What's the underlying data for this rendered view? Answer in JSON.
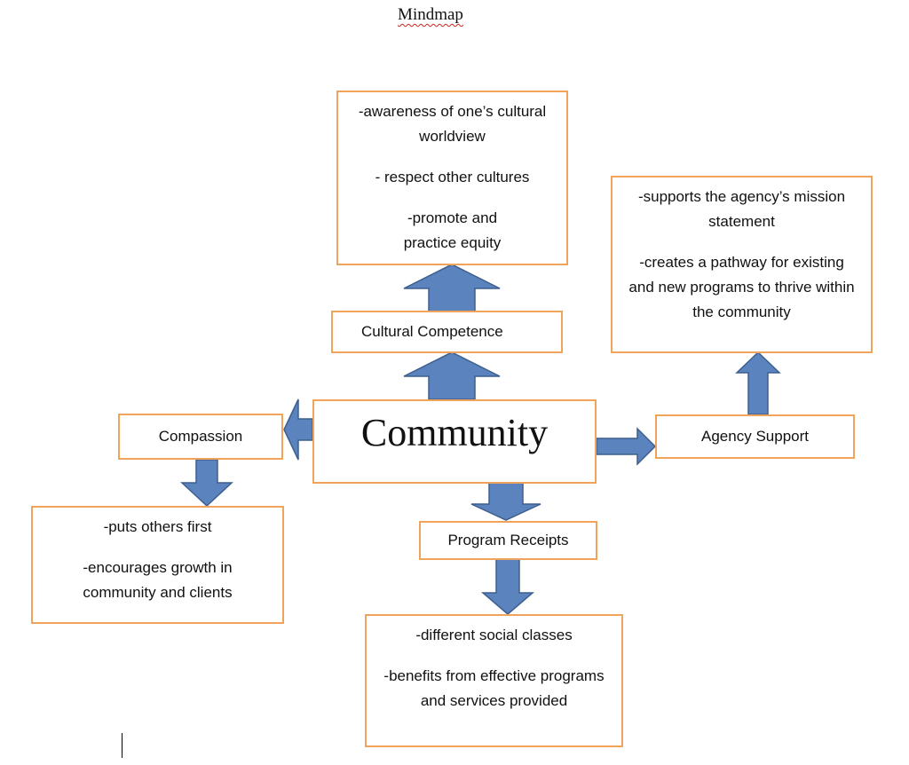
{
  "header": {
    "title": "Mindmap"
  },
  "center": {
    "label": "Community"
  },
  "nodes": {
    "cultural_competence": {
      "label": "Cultural Competence",
      "details": [
        "-awareness of one’s cultural worldview",
        "- respect other cultures",
        "-promote and practice equity"
      ]
    },
    "agency_support": {
      "label": "Agency Support",
      "details": [
        "-supports the agency’s mission statement",
        "-creates a pathway for existing and new programs to thrive within the community"
      ]
    },
    "compassion": {
      "label": "Compassion",
      "details": [
        "-puts others first",
        "-encourages growth in community and clients"
      ]
    },
    "program_receipts": {
      "label": "Program Receipts",
      "details": [
        "-different social classes",
        "-benefits from effective programs and services provided"
      ]
    }
  },
  "colors": {
    "box_border": "#f0a35a",
    "arrow_fill": "#5b83bd",
    "arrow_stroke": "#3d5f8f"
  }
}
